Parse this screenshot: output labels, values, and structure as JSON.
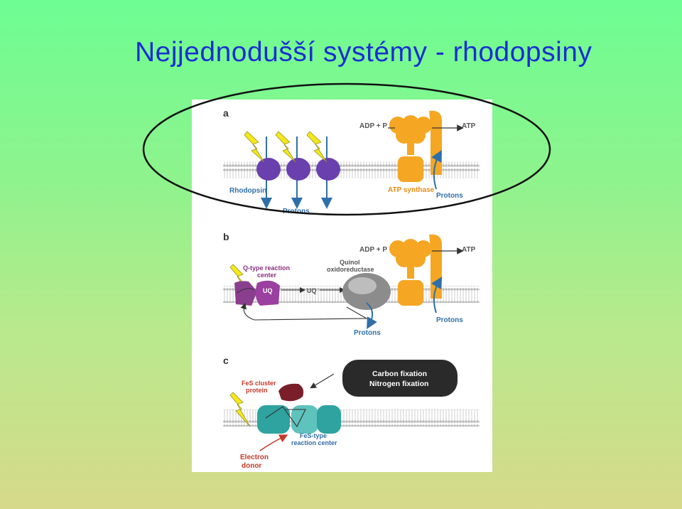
{
  "title": "Nejjednodušší systémy - rhodopsiny",
  "panel_a": {
    "letter": "a",
    "rhodopsin": "Rhodopsin",
    "protons_bottom": "Protons",
    "adp": "ADP + P",
    "atp": "ATP",
    "atp_synthase": "ATP synthase",
    "protons_right": "Protons"
  },
  "panel_b": {
    "letter": "b",
    "q_type_1": "Q-type reaction",
    "q_type_2": "center",
    "quinol_1": "Quinol",
    "quinol_2": "oxidoreductase",
    "uq1": "UQ",
    "uq2": "UQ",
    "adp": "ADP + P",
    "atp": "ATP",
    "protons_bottom": "Protons",
    "protons_right": "Protons"
  },
  "panel_c": {
    "letter": "c",
    "fes_cluster_1": "FeS cluster",
    "fes_cluster_2": "protein",
    "fixation_1": "Carbon fixation",
    "fixation_2": "Nitrogen fixation",
    "fes_type_1": "FeS-type",
    "fes_type_2": "reaction center",
    "donor_1": "Electron",
    "donor_2": "donor"
  },
  "colors": {
    "title": "#1a2fd2",
    "rhodopsin": "#6a3fae",
    "atp_synthase": "#f5a623",
    "proton_arrow": "#2f6fa8",
    "lightning": "#f6e61a"
  }
}
